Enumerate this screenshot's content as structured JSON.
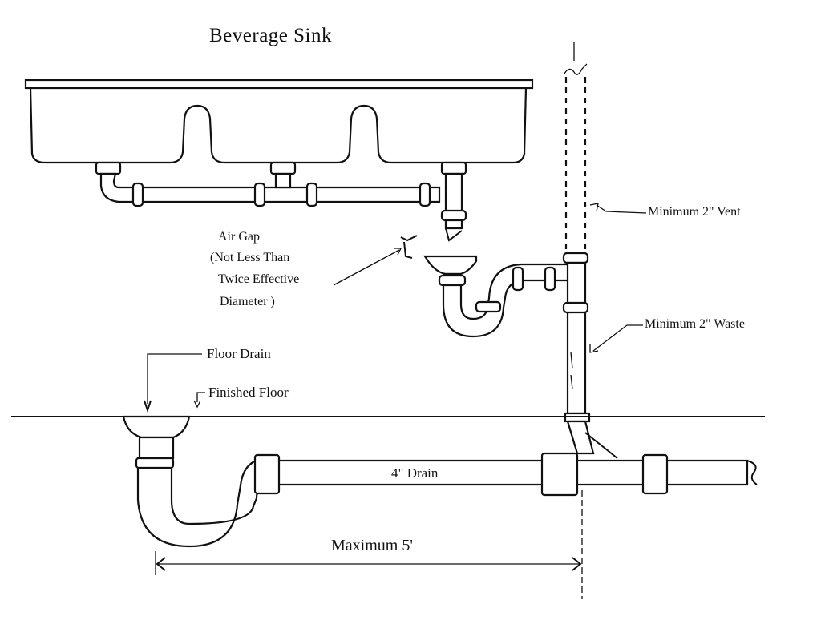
{
  "diagram": {
    "title": "Beverage Sink",
    "labels": {
      "air_gap": [
        "Air Gap",
        "(Not Less Than",
        "Twice Effective",
        "Diameter )"
      ],
      "vent": "Minimum 2\" Vent",
      "waste": "Minimum 2\" Waste",
      "floor_drain": "Floor Drain",
      "finished_floor": "Finished Floor",
      "drain": "4\" Drain",
      "max_distance": "Maximum 5'"
    }
  }
}
